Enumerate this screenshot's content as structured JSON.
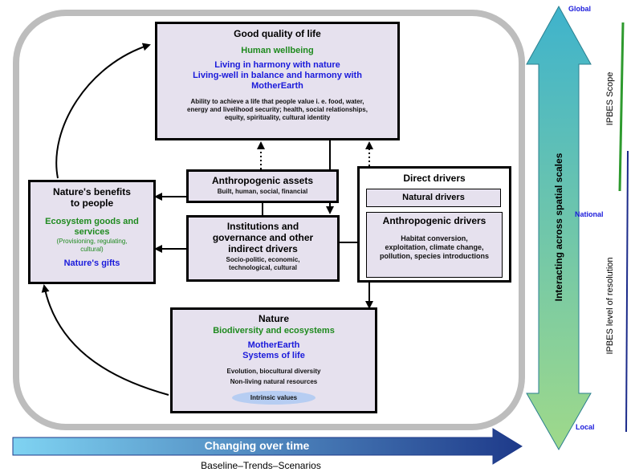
{
  "quality_of_life": {
    "title": "Good quality of life",
    "green": "Human wellbeing",
    "blue1": "Living in harmony with nature",
    "blue2": "Living-well in balance and harmony with",
    "blue3": "MotherEarth",
    "desc1": "Ability to achieve a life that people value i. e. food, water,",
    "desc2": "energy and livelihood security; health, social relationships,",
    "desc3": "equity, spirituality, cultural identity"
  },
  "assets": {
    "title": "Anthropogenic assets",
    "desc": "Built, human, social, financial"
  },
  "institutions": {
    "title1": "Institutions and",
    "title2": "governance and other",
    "title3": "indirect drivers",
    "desc1": "Socio-politic, economic,",
    "desc2": "technological, cultural"
  },
  "benefits": {
    "title1": "Nature's benefits",
    "title2": "to people",
    "green1": "Ecosystem goods and",
    "green2": "services",
    "note1": "(Provisioning, regulating,",
    "note2": "cultural)",
    "blue": "Nature's gifts"
  },
  "direct": {
    "title": "Direct drivers",
    "natural": "Natural drivers",
    "anthro_title": "Anthropogenic drivers",
    "anthro1": "Habitat conversion,",
    "anthro2": "exploitation, climate change,",
    "anthro3": "pollution, species introductions"
  },
  "nature": {
    "title": "Nature",
    "green": "Biodiversity and ecosystems",
    "blue1": "MotherEarth",
    "blue2": "Systems of life",
    "desc1": "Evolution, biocultural diversity",
    "desc2": "Non-living natural resources",
    "pill": "Intrinsic values"
  },
  "time": {
    "arrow": "Changing over time",
    "sub": "Baseline–Trends–Scenarios"
  },
  "scales": {
    "top": "Global",
    "middle": "National",
    "bottom": "Local",
    "arrow": "Interacting across spatial scales",
    "scope": "IPBES  Scope",
    "resolution": "IPBES  level of resolution"
  }
}
